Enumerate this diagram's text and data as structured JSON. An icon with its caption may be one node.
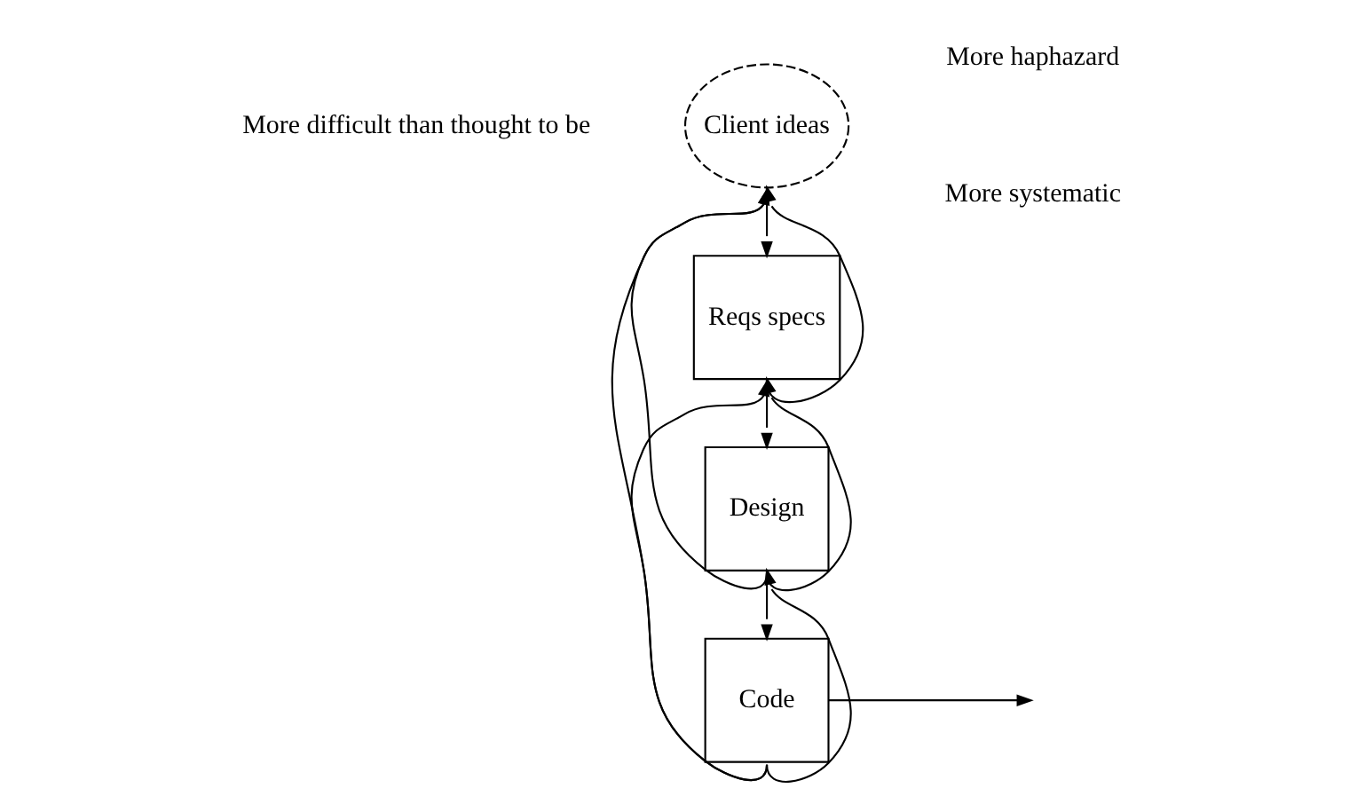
{
  "diagram": {
    "nodes": [
      {
        "text": [
          "Client ideas"
        ]
      },
      {
        "text": [
          "Reqs specs"
        ]
      },
      {
        "text": [
          "Design"
        ]
      },
      {
        "text": [
          "Code"
        ]
      }
    ],
    "edges": [
      {
        "from": 0,
        "to": 1,
        "arrow": "to"
      },
      {
        "from": 1,
        "to": 2,
        "arrow": "to"
      },
      {
        "from": 2,
        "to": 3,
        "arrow": "to"
      },
      {
        "from": 3,
        "to": null,
        "arrow": "to"
      },
      {
        "from": 1,
        "to": 0,
        "arrow": "to"
      },
      {
        "from": 2,
        "to": 0,
        "arrow": "to"
      },
      {
        "from": 3,
        "to": 0,
        "arrow": "to"
      },
      {
        "from": 2,
        "to": 1,
        "arrow": "to"
      },
      {
        "from": 3,
        "to": 2,
        "arrow": "to"
      },
      {
        "from": 3,
        "to": 1,
        "arrow": "to"
      }
    ],
    "labels": [
      "More difficult than thought to be",
      "More haphazard",
      "More systematic"
    ]
  }
}
